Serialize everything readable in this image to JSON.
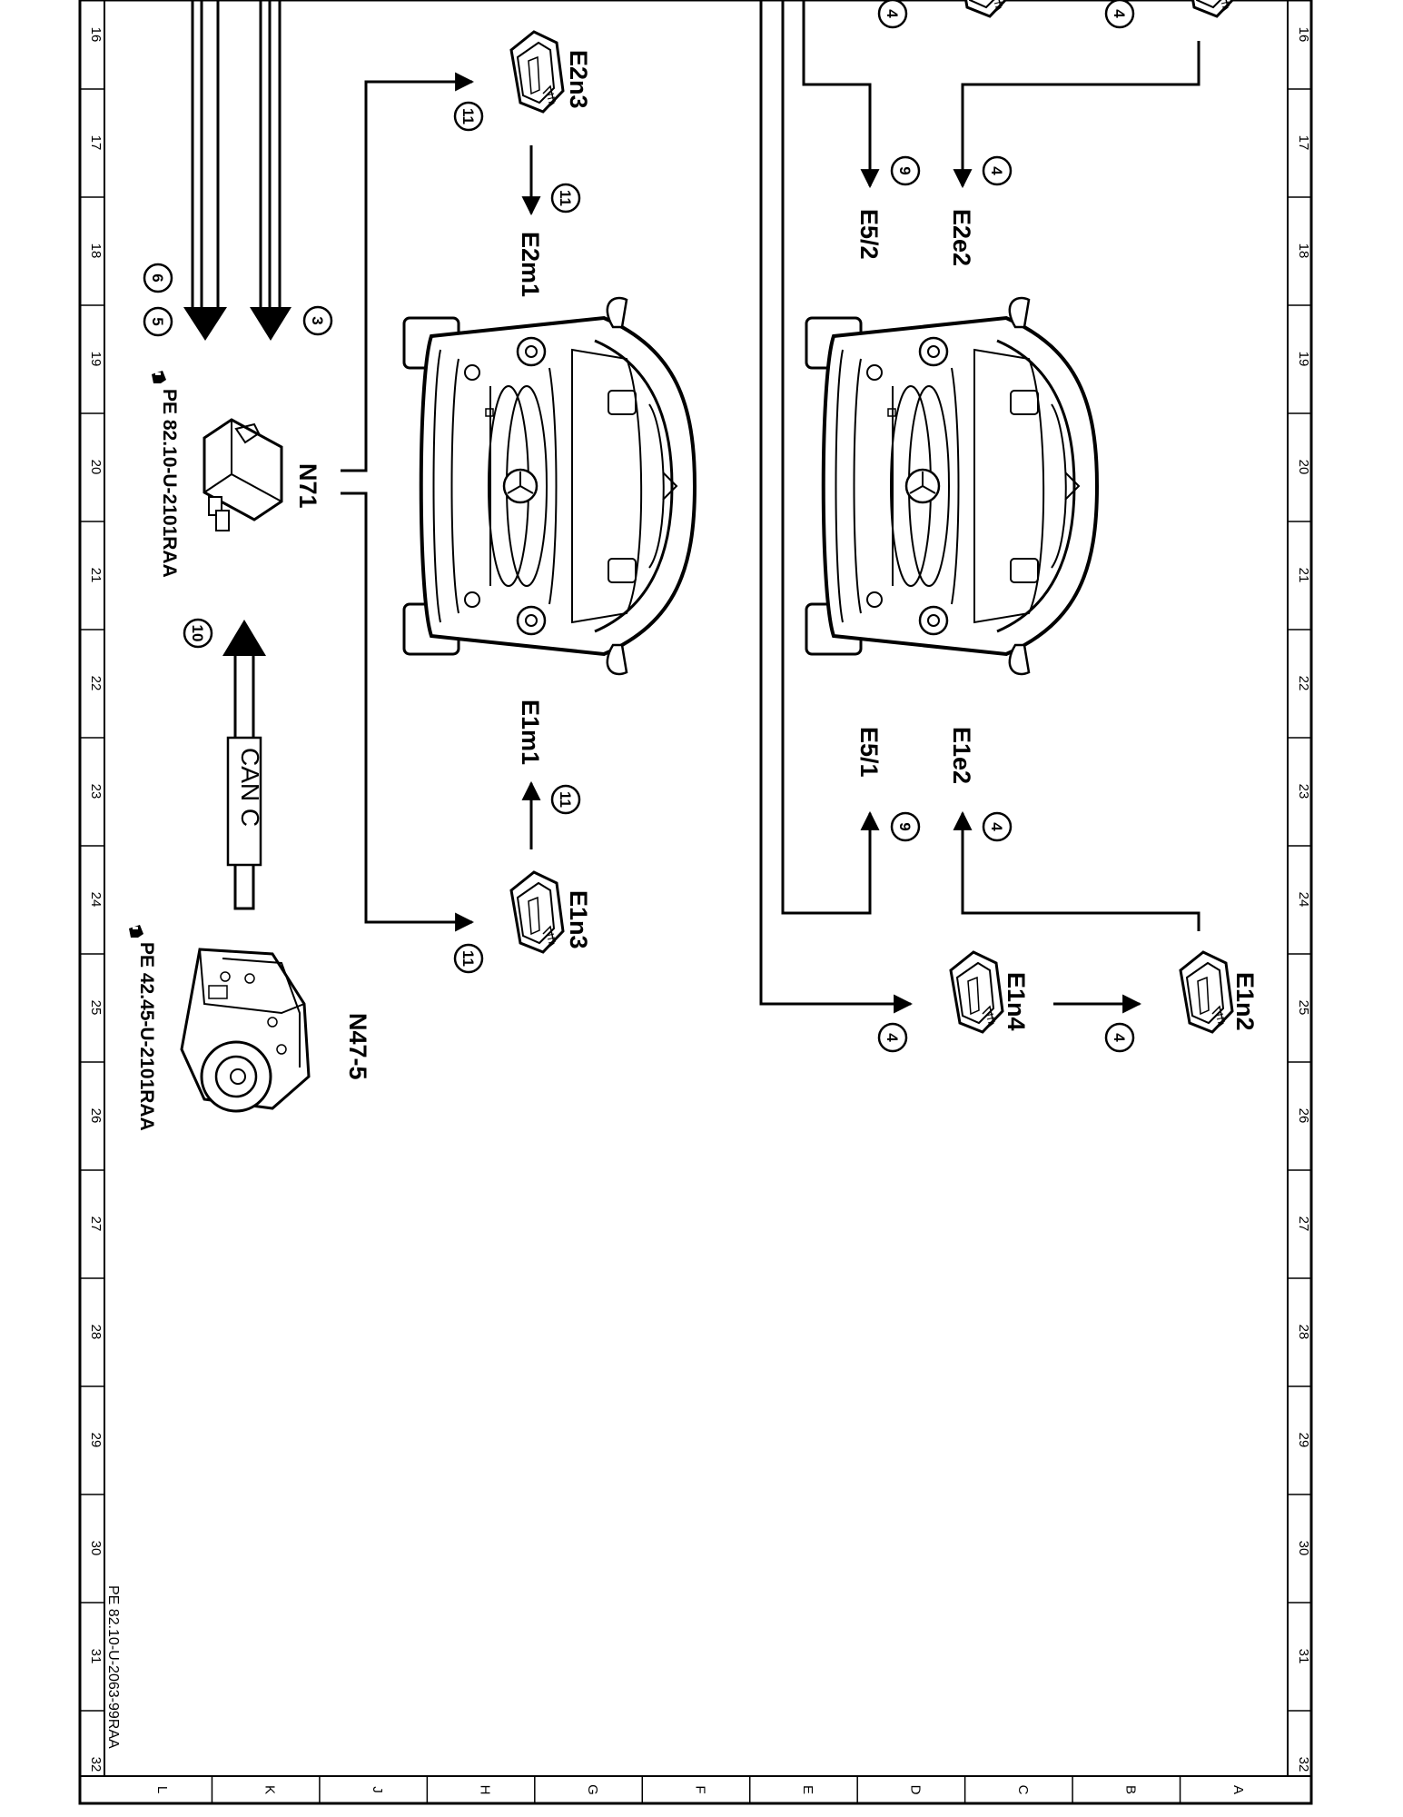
{
  "rulers": {
    "vertical_ticks": [
      "16",
      "17",
      "18",
      "19",
      "20",
      "21",
      "22",
      "23",
      "24",
      "25",
      "26",
      "27",
      "28",
      "29",
      "30",
      "31",
      "32"
    ],
    "row_letters": [
      "L",
      "K",
      "J",
      "H",
      "G",
      "F",
      "E",
      "D",
      "C",
      "B",
      "A"
    ]
  },
  "components": {
    "N71": "N71",
    "N47_5": "N47-5",
    "E2n3": "E2n3",
    "E2m1": "E2m1",
    "E1m1": "E1m1",
    "E1n3": "E1n3",
    "E5_2": "E5/2",
    "E2e2": "E2e2",
    "E5_1": "E5/1",
    "E1e2": "E1e2",
    "E1n4": "E1n4",
    "E1n2": "E1n2"
  },
  "references": {
    "n71_ref": "PE 82.10-U-2101RAA",
    "n47_ref": "PE 42.45-U-2101RAA",
    "footer": "PE 82.10-U-2063-99RAA"
  },
  "bus_label": "CAN C",
  "callouts": {
    "c3": "3",
    "c4": "4",
    "c5": "5",
    "c6": "6",
    "c9": "9",
    "c10": "10",
    "c11": "11"
  },
  "icons": [
    "vehicle-front-icon",
    "control-unit-icon",
    "hydraulic-unit-icon",
    "lamp-module-icon",
    "reference-hand-icon"
  ],
  "colors": {
    "line": "#000000",
    "background": "#ffffff"
  }
}
